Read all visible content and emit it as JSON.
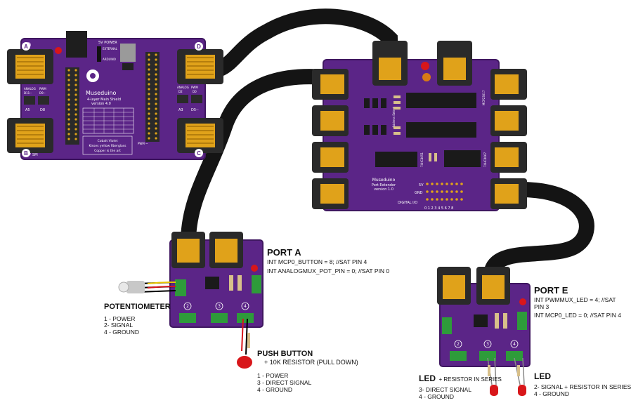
{
  "main_shield": {
    "title": "Museduino",
    "subtitle": "4-layer Main Shield",
    "version": "version 4.0",
    "power_header": "5V POWER",
    "power_external": "EXTERNAL",
    "power_arduino": "ARDUINO",
    "port_labels": [
      "A",
      "B",
      "C",
      "D"
    ],
    "analog_left": "ANALOG",
    "pwm_left": "PWM",
    "analog_right": "ANALOG",
    "pwm_right": "PWM",
    "a_range_left": "D11--",
    "b_range_left": "D9--",
    "a_left": "A5",
    "d_left": "D8",
    "a_right": "A3",
    "d_right": "D5--",
    "d2": "D2",
    "d0": "D0",
    "spi": "SPI",
    "footer_lines": [
      "Cobalt Violet",
      "Kisses yellow fiberglass",
      "Copper is the art"
    ],
    "pwm_bottom": "PWM ~"
  },
  "extender": {
    "title": "Museduino",
    "subtitle": "Port Extender",
    "version": "version 1.0",
    "address_select": "Address Select",
    "chip1": "MCP23017",
    "chip2": "74HC4051",
    "chip3": "74HC4067",
    "rail_5v": "5V",
    "rail_gnd": "GND",
    "rail_io": "DIGITAL I/O",
    "io_numbers": "0 1 2 3 4 5 6 7 8"
  },
  "port_a": {
    "heading": "PORT A",
    "line1": "INT MCP0_BUTTON = 8; //SAT PIN 4",
    "line2": "INT ANALOGMUX_POT_PIN = 0;  //SAT PIN 0",
    "terminal_numbers": [
      "2",
      "3",
      "4"
    ]
  },
  "port_e": {
    "heading": "PORT E",
    "line1": "INT PWMMUX_LED = 4; //SAT PIN 3",
    "line2": "INT MCP0_LED = 0;  //SAT PIN 4",
    "terminal_numbers": [
      "2",
      "3",
      "4"
    ]
  },
  "potentiometer": {
    "title": "POTENTIOMETER",
    "lines": [
      "1 - POWER",
      "2- SIGNAL",
      "4 - GROUND"
    ]
  },
  "push_button": {
    "title": "PUSH BUTTON",
    "subtitle": "+ 10K RESISTOR (PULL DOWN)",
    "lines": [
      "1 - POWER",
      "3 - DIRECT SIGNAL",
      "4 - GROUND"
    ]
  },
  "led_left": {
    "title": "LED",
    "title_suffix": "+ RESISTOR IN SERIES",
    "lines": [
      "3- DIRECT SIGNAL",
      "4 - GROUND"
    ]
  },
  "led_right": {
    "title": "LED",
    "lines": [
      "2- SIGNAL + RESISTOR IN SERIES",
      "4 - GROUND"
    ]
  },
  "colors": {
    "pcb": "#5b2587",
    "pcb_dark": "#3f1760",
    "cable": "#141414",
    "connector": "#2a2a2a",
    "gold": "#e0a21a",
    "terminal": "#2e9b3a",
    "led_red": "#d8161a"
  }
}
